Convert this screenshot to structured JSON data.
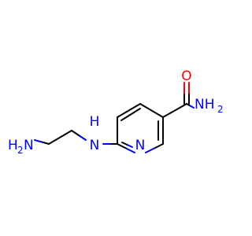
{
  "molecule": {
    "bond_color": "#000000",
    "nitrogen_color": "#0000ff",
    "oxygen_color": "#ff0000",
    "labels": {
      "amide_o": "O",
      "amide_nh": "NH",
      "amide_nh_sub": "2",
      "ring_n": "N",
      "link_nh_top": "H",
      "link_nh_n": "N",
      "amine_h2n": "H",
      "amine_h2n_sub": "2",
      "amine_n": "N"
    }
  }
}
